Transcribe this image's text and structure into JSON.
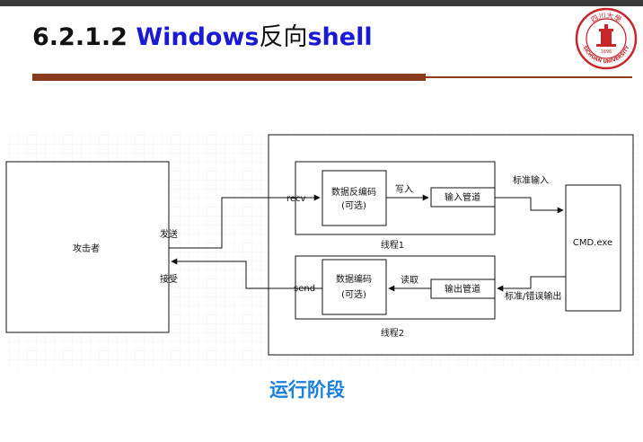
{
  "slide": {
    "title_number": "6.2.1.2 ",
    "title_windows": "Windows",
    "title_reverse": "反向",
    "title_shell": "shell",
    "caption": "运行阶段"
  },
  "logo": {
    "icon": "sichuan-university-seal",
    "text_top": "四川大學",
    "text_bottom": "SICHUAN UNIVERSITY",
    "year": "1896"
  },
  "diagram": {
    "attacker": "攻击者",
    "send_label": "发送",
    "recv_label_attacker": "接受",
    "recv_label": "recv",
    "send_label_thread": "send",
    "thread1": {
      "decode_line1": "数据反编码",
      "decode_line2": "(可选)",
      "write_label": "写入",
      "pipe": "输入管道",
      "caption": "线程1"
    },
    "thread2": {
      "encode_line1": "数据编码",
      "encode_line2": "(可选)",
      "read_label": "读取",
      "pipe": "输出管道",
      "caption": "线程2"
    },
    "stdin_label": "标准输入",
    "stdout_label": "标准/错误输出",
    "cmd": "CMD.exe"
  },
  "colors": {
    "title_blue": "#1a1ad6",
    "rule_brown": "#8b3a1c",
    "caption_blue": "#1b7fe0",
    "logo_red": "#c8262b"
  }
}
